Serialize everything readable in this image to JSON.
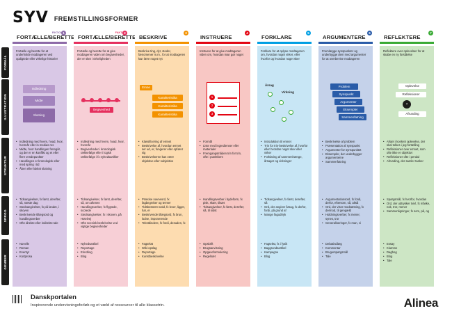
{
  "header": {
    "logo": "SYV",
    "title": "FREMSTILLINGSFORMER"
  },
  "row_labels": [
    "FORMÅL",
    "ILLUSTRATION",
    "STRUKTUR",
    "SPROG",
    "GENRER"
  ],
  "columns": [
    {
      "title": "FORTÆLLE/BERETTE",
      "sub": "FIKTION",
      "num": "1",
      "color": "#8d6aa8",
      "bg": "#d9c8e6",
      "formaal": "Fortælle og berette for at underholde modtageren ved opdigtede eller virkelige historier",
      "illu": [
        "Indledning",
        "Midte",
        "Slutning"
      ],
      "struktur": [
        "Indledning med hvem, hvad, hvor, hvornår eller in medias res",
        "Midte, hvor handlingen fremgår, og der er en konflikt og et eller flere vendepunkter",
        "Handlingen er kronologisk eller med spring i tid",
        "Åben eller lukket slutning"
      ],
      "sprog": [
        "Tidsangivelser, fx først, derefter, så, næste dag",
        "Stedsangivelser, fx på landet, i skoven",
        "Beskrivende tillægsord og handlingsverber",
        "Ofte direkte eller indirekte tale"
      ],
      "genrer": [
        "Novelle",
        "Roman",
        "Eventyr",
        "Kortprosa"
      ]
    },
    {
      "title": "FORTÆLLE/BERETTE",
      "sub": "FAKTA",
      "num": "2",
      "color": "#e52f5e",
      "bg": "#f7cfd6",
      "formaal": "Fortælle og berette for at give modtageren viden om begivenheder, der er sket i virkeligheden",
      "illu": [
        "Begivenhed"
      ],
      "struktur": [
        "Indledning med hvem, hvad, hvor, hvornår",
        "Begivenheder i kronologisk rækkefølge eller i logisk rækkefølge i fx nyhedsartikler"
      ],
      "sprog": [
        "Tidsangivelser, fx først, derefter, så, om aftenen",
        "Handlingsverber, fx flygtede, scorede",
        "Stedsangivelser, fx i skoven, på Hotelvej",
        "Ofte scenisk beskrivelse ved vigtige begivenheder"
      ],
      "genrer": [
        "Nyhedsartikel",
        "Reportage",
        "Erindring",
        "Blog"
      ]
    },
    {
      "title": "BESKRIVE",
      "sub": "",
      "num": "3",
      "color": "#f39200",
      "bg": "#fddcb0",
      "formaal": "Beskrive ting, dyr, steder, fænomener m.m., for at modtageren kan lære noget nyt",
      "illu": [
        "Emne",
        "Karakteristika",
        "Karakteristika",
        "Karakteristika"
      ],
      "struktur": [
        "Klassificering af emnet",
        "Beskrivelse af, hvordan emnet ser ud, er, fungerer eller opfører sig",
        "Beskrivelserne kan være objektive eller subjektive"
      ],
      "sprog": [
        "Præcise navneord, fx fagbegreber og termer",
        "Tidsbestemt nutid, fx lever, ligger, har, er",
        "Beskrivende tillægsord, fx brun, lodne, imponerende",
        "Tekstbindere, fx fordi, desuden, fx"
      ],
      "genrer": [
        "Fagtekst",
        "Wiki-opslag",
        "Reportage",
        "Kunstbeskrivelse"
      ]
    },
    {
      "title": "INSTRUERE",
      "sub": "",
      "num": "4",
      "color": "#e30613",
      "bg": "#f8c7c4",
      "formaal": "Instruere for at give modtageren viden om, hvordan man gør noget",
      "illu": [
        "1",
        "2",
        "3"
      ],
      "struktur": [
        "Formål",
        "Liste med ingredienser eller materialer",
        "Fremgangsmåden trin for trin, ofte i punktform"
      ],
      "sprog": [
        "Handlingsverber i bydeform, fx pisk, skær, tilsæt",
        "Tidsangivelser, fx først, derefter, så, til sidst"
      ],
      "genrer": [
        "Opskrift",
        "Brugsanvisning",
        "Opgaveformulering",
        "Regelsæt"
      ]
    },
    {
      "title": "FORKLARE",
      "sub": "",
      "num": "5",
      "color": "#009fe3",
      "bg": "#c8e6f5",
      "formaal": "Forklare for at oplyse modtageren om, hvordan noget virker, eller hvorfor og hvordan noget sker",
      "illu": [
        "Årsag",
        "Virkning"
      ],
      "struktur": [
        "Introduktion til emnet",
        "Trin for trin-beskrivelse af, hvorfor eller hvordan noget sker eller virker",
        "Forklaring af sammenhænge, årsager og virkninger"
      ],
      "sprog": [
        "Tidsangivelser, fx først, derefter, så",
        "Ord, der angiver årsag, fx derfor, fordi, på grund af",
        "Mange fagudtryk"
      ],
      "genrer": [
        "Fagtekst, fx i fysik",
        "Baggrundsartikel",
        "Kampagne",
        "Blog"
      ]
    },
    {
      "title": "ARGUMENTERE",
      "sub": "",
      "num": "6",
      "color": "#2a5ca8",
      "bg": "#c5d2ea",
      "formaal": "Fremlægge synspunkter og underbygge dem med argumenter for at overbevise modtageren",
      "illu": [
        "Problem",
        "Synspunkt",
        "Argumenter",
        "Eksempler",
        "Sammenfatning"
      ],
      "struktur": [
        "Beskrivelse af problem",
        "Præsentation af synspunkt",
        "Argumenter for synspunktet",
        "Eksempler, der underbygger argumenterne",
        "Sammenfatning"
      ],
      "sprog": [
        "Argumentationsord, fx fordi, derfor, eftersom, så, altså",
        "Ord, der viser modsætning, fx dermod, til gengæld",
        "Holdningsverber, fx mener, synes, tror",
        "Generaliseringer, fx man, vi"
      ],
      "genrer": [
        "Debatindlæg",
        "Kommentar",
        "Brugerspørgsmål",
        "Tale"
      ]
    },
    {
      "title": "REFLEKTERE",
      "sub": "",
      "num": "7",
      "color": "#3aaa35",
      "bg": "#cde6c5",
      "formaal": "Reflektere over oplevelser for at skabe en ny forståelse",
      "illu": [
        "Oplevelse",
        "Refleksioner",
        "?",
        "Afrunding"
      ],
      "struktur": [
        "Afsæt i konkret oplevelse, der skal tolkes i jeg-fortælling",
        "Refleksioner over emnet, som ofte ikke er objektivt",
        "Refleksioner ofte i pendul",
        "Afrunding, der samler tanker"
      ],
      "sprog": [
        "Spørgsmål, fx hvorfor, hvordan",
        "Ord, der udtrykker tvivl, fx måske, nok, tror, mener",
        "Sammenligninger, fx som, på, og"
      ],
      "genrer": [
        "Essay",
        "Klumme",
        "Dagbog",
        "Blog",
        "Tale"
      ]
    }
  ],
  "footer": {
    "title": "Danskportalen",
    "subtitle": "Inspirerende undervisningsforløb og et væld af ressourcer til alle klassetrin.",
    "brand": "Alinea"
  }
}
